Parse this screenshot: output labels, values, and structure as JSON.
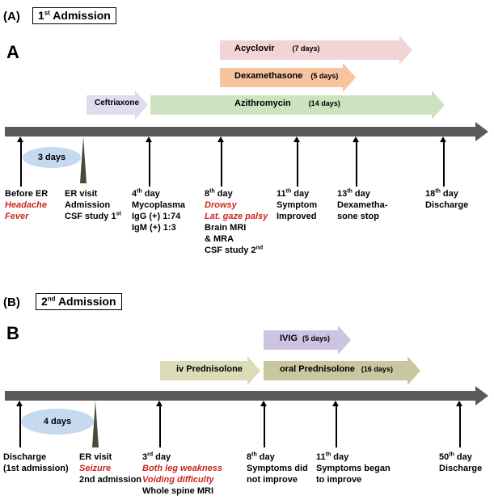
{
  "section1": {
    "label": "(A)",
    "admission_ord": "1",
    "admission_sup": "st",
    "admission_text": " Admission",
    "letter": "A",
    "drugs": [
      {
        "name": "Acyclovir",
        "days": "(7 days)",
        "color": "#f2d4d4"
      },
      {
        "name": "Dexamethasone",
        "days": "(5 days)",
        "color": "#f7c4a0"
      },
      {
        "name": "Ceftriaxone",
        "days": "",
        "color": "#e0dbee"
      },
      {
        "name": "Azithromycin",
        "days": "(14 days)",
        "color": "#cde3bf"
      }
    ],
    "oval": "3 days",
    "events": [
      {
        "lines": [
          "Before ER"
        ],
        "red": [
          "Headache",
          "Fever"
        ],
        "after": []
      },
      {
        "lines": [
          "ER visit",
          "Admission",
          "CSF study 1"
        ],
        "sup_last": "st"
      },
      {
        "day": "4",
        "sup": "th",
        "rest": [
          " day",
          "Mycoplasma",
          "IgG (+) 1:74",
          "IgM (+) 1:3"
        ]
      },
      {
        "day": "8",
        "sup": "th",
        "red": [
          "Drowsy",
          "Lat. gaze palsy"
        ],
        "rest": [
          " day",
          "Brain MRI",
          "& MRA",
          "CSF study 2"
        ],
        "sup_last": "nd"
      },
      {
        "day": "11",
        "sup": "th",
        "rest": [
          " day",
          "Symptom",
          "Improved"
        ]
      },
      {
        "day": "13",
        "sup": "th",
        "rest": [
          " day",
          "Dexametha-",
          "sone stop"
        ]
      },
      {
        "day": "18",
        "sup": "th",
        "rest": [
          " day",
          "Discharge"
        ]
      }
    ]
  },
  "section2": {
    "label": "(B)",
    "admission_ord": "2",
    "admission_sup": "nd",
    "admission_text": " Admission",
    "letter": "B",
    "drugs": [
      {
        "name": "IVIG",
        "days": "(5 days)",
        "color": "#cdc4e3"
      },
      {
        "name": "iv Prednisolone",
        "days": "",
        "color": "#dcdbb8"
      },
      {
        "name": "oral Prednisolone",
        "days": "(16 days)",
        "color": "#c8c79f"
      }
    ],
    "oval": "4 days",
    "events": [
      {
        "lines": [
          "Discharge",
          "(1st admission)"
        ]
      },
      {
        "lines": [
          "ER visit"
        ],
        "red": [
          "Seizure"
        ],
        "after": [
          "2nd admission"
        ]
      },
      {
        "day": "3",
        "sup": "rd",
        "red": [
          "Both leg weakness",
          "Voiding difficulty"
        ],
        "rest": [
          " day",
          "Whole spine MRI"
        ]
      },
      {
        "day": "8",
        "sup": "th",
        "rest": [
          " day",
          "Symptoms did",
          "not improve"
        ]
      },
      {
        "day": "11",
        "sup": "th",
        "rest": [
          " day",
          "Symptoms began",
          "to improve"
        ]
      },
      {
        "day": "50",
        "sup": "th",
        "rest": [
          " day",
          "Discharge"
        ]
      }
    ]
  }
}
